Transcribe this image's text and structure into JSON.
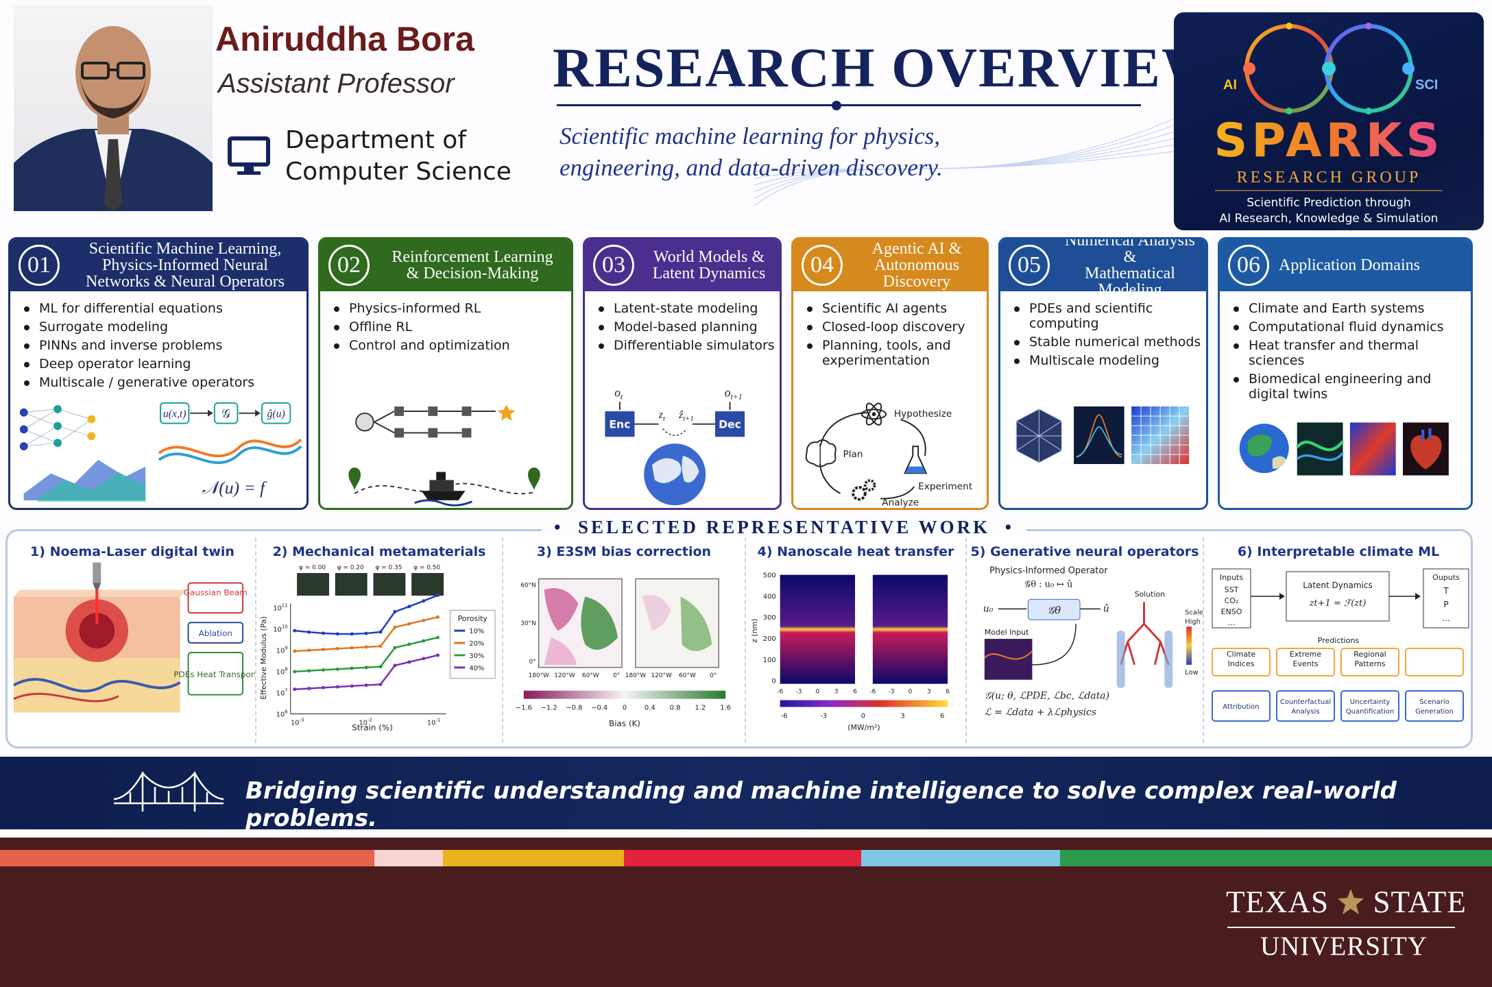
{
  "header": {
    "name": "Aniruddha Bora",
    "role": "Assistant Professor",
    "department_line1": "Department of",
    "department_line2": "Computer Science",
    "title": "RESEARCH OVERVIEW",
    "subtitle_line1": "Scientific machine learning for physics,",
    "subtitle_line2": "engineering, and data-driven discovery."
  },
  "logo": {
    "left_tag": "AI",
    "right_tag": "SCI",
    "name": "SPARKS",
    "group": "RESEARCH GROUP",
    "tagline_line1": "Scientific Prediction through",
    "tagline_line2": "AI Research, Knowledge & Simulation"
  },
  "cards": [
    {
      "num": "01",
      "title_lines": [
        "Scientific Machine Learning,",
        "Physics-Informed Neural",
        "Networks & Neural Operators"
      ],
      "color": "#1c2f6b",
      "items": [
        "ML for differential equations",
        "Surrogate modeling",
        "PINNs and inverse problems",
        "Deep operator learning",
        "Multiscale / generative operators"
      ],
      "art": {
        "input": "u(x,t)",
        "op": "𝒢",
        "output": "ĝ(u)",
        "equation": "𝒩(u) = f"
      }
    },
    {
      "num": "02",
      "title_lines": [
        "Reinforcement Learning",
        "& Decision-Making"
      ],
      "color": "#2f6a1e",
      "items": [
        "Physics-informed RL",
        "Offline RL",
        "Control and optimization"
      ]
    },
    {
      "num": "03",
      "title_lines": [
        "World Models &",
        "Latent Dynamics"
      ],
      "color": "#4a2f8f",
      "items": [
        "Latent-state modeling",
        "Model-based planning",
        "Differentiable simulators"
      ],
      "art": {
        "enc": "Enc",
        "dec": "Dec",
        "o_t": "o",
        "o_t_sub": "t",
        "o_next": "o",
        "o_next_sub": "t+1",
        "z_t": "z",
        "z_t_sub": "t",
        "z_hat": "ẑ",
        "z_hat_sub": "t+1"
      }
    },
    {
      "num": "04",
      "title_lines": [
        "Agentic AI &",
        "Autonomous Discovery"
      ],
      "color": "#d6891c",
      "items": [
        "Scientific AI agents",
        "Closed-loop discovery",
        "Planning, tools, and experimentation"
      ],
      "art": {
        "hypothesize": "Hypothesize",
        "plan": "Plan",
        "experiment": "Experiment",
        "analyze": "Analyze"
      }
    },
    {
      "num": "05",
      "title_lines": [
        "Numerical Analysis &",
        "Mathematical Modeling"
      ],
      "color": "#1e4f96",
      "items": [
        "PDEs and scientific computing",
        "Stable numerical methods",
        "Multiscale modeling"
      ]
    },
    {
      "num": "06",
      "title_lines": [
        "Application Domains"
      ],
      "color": "#1e5aa3",
      "items": [
        "Climate and Earth systems",
        "Computational fluid dynamics",
        "Heat transfer and thermal sciences",
        "Biomedical engineering and digital twins"
      ]
    }
  ],
  "selected_work": {
    "heading": "SELECTED REPRESENTATIVE WORK",
    "items": [
      {
        "title": "1)  Noema-Laser digital twin",
        "labels": [
          "Gaussian Beam",
          "Ablation",
          "PDEs Heat Transport"
        ]
      },
      {
        "title": "2)  Mechanical metamaterials",
        "ylabel": "Effective Modulus (Pa)",
        "xlabel": "Strain (%)",
        "phi_labels": [
          "φ = 0.00",
          "φ = 0.20",
          "φ = 0.35",
          "φ = 0.50"
        ],
        "legend_title": "Porosity",
        "legend": [
          "10%",
          "20%",
          "30%",
          "40%"
        ],
        "series_colors": [
          "#1f3fbf",
          "#e0761c",
          "#2a9a3a",
          "#7b2fb5"
        ],
        "ytick_exp": [
          "11",
          "10",
          "9",
          "8",
          "7",
          "6"
        ],
        "xtick_exp": [
          "-3",
          "-2",
          "-1"
        ]
      },
      {
        "title": "3)  E3SM bias correction",
        "lat_ticks": [
          "60°N",
          "30°N",
          "0°"
        ],
        "lon_ticks": [
          "180°W",
          "120°W",
          "60°W",
          "0°"
        ],
        "cbar_ticks": [
          "−1.6",
          "−1.2",
          "−0.8",
          "−0.4",
          "0",
          "0.4",
          "0.8",
          "1.2",
          "1.6"
        ],
        "cbar_label": "Bias (K)"
      },
      {
        "title": "4)  Nanoscale heat transfer",
        "ylabel": "z (nm)",
        "yticks": [
          "500",
          "400",
          "300",
          "200",
          "100",
          "0"
        ],
        "xticks": [
          "-6",
          "-3",
          "0",
          "3",
          "6"
        ],
        "cbar_ticks": [
          "-6",
          "-3",
          "0",
          "3",
          "6"
        ],
        "cbar_label": "(MW/m²)"
      },
      {
        "title": "5)  Generative neural operators",
        "operator_title": "Physics-Informed Operator",
        "operator_eq": "𝒢θ : u₀ ↦ û",
        "input": "u₀",
        "op": "𝒢θ",
        "output": "û",
        "model_input": "Model Input",
        "solution": "Solution",
        "scale": "Scale",
        "high": "High",
        "low": "Low",
        "loss1": "𝒢(u; θ, ℒPDE, ℒbc, ℒdata)",
        "loss2": "ℒ = ℒdata + λℒphysics"
      },
      {
        "title": "6)  Interpretable climate ML",
        "inputs_label": "Inputs",
        "inputs": [
          "SST",
          "CO₂",
          "ENSO",
          "..."
        ],
        "latent_title": "Latent Dynamics",
        "latent_eq": "zt+1 = ℱ(zt)",
        "outputs_label": "Ouputs",
        "outputs": [
          "T",
          "P",
          "..."
        ],
        "predictions_label": "Predictions",
        "predictions": [
          "Climate Indices",
          "Extreme Events",
          "Regional Patterns",
          ""
        ],
        "tools": [
          "Attribution",
          "Counterfactual Analysis",
          "Uncertainty Quantification",
          "Scenario Generation"
        ]
      }
    ]
  },
  "footer": {
    "tagline": "Bridging scientific understanding and machine intelligence to solve complex real-world problems.",
    "university_line1_a": "TEXAS",
    "university_line1_b": "STATE",
    "university_line2": "UNIVERSITY",
    "stripe_colors": [
      "#e8624a",
      "#f6d4d2",
      "#e8b21c",
      "#e1243c",
      "#7dc8e3",
      "#2e9a4e"
    ]
  }
}
